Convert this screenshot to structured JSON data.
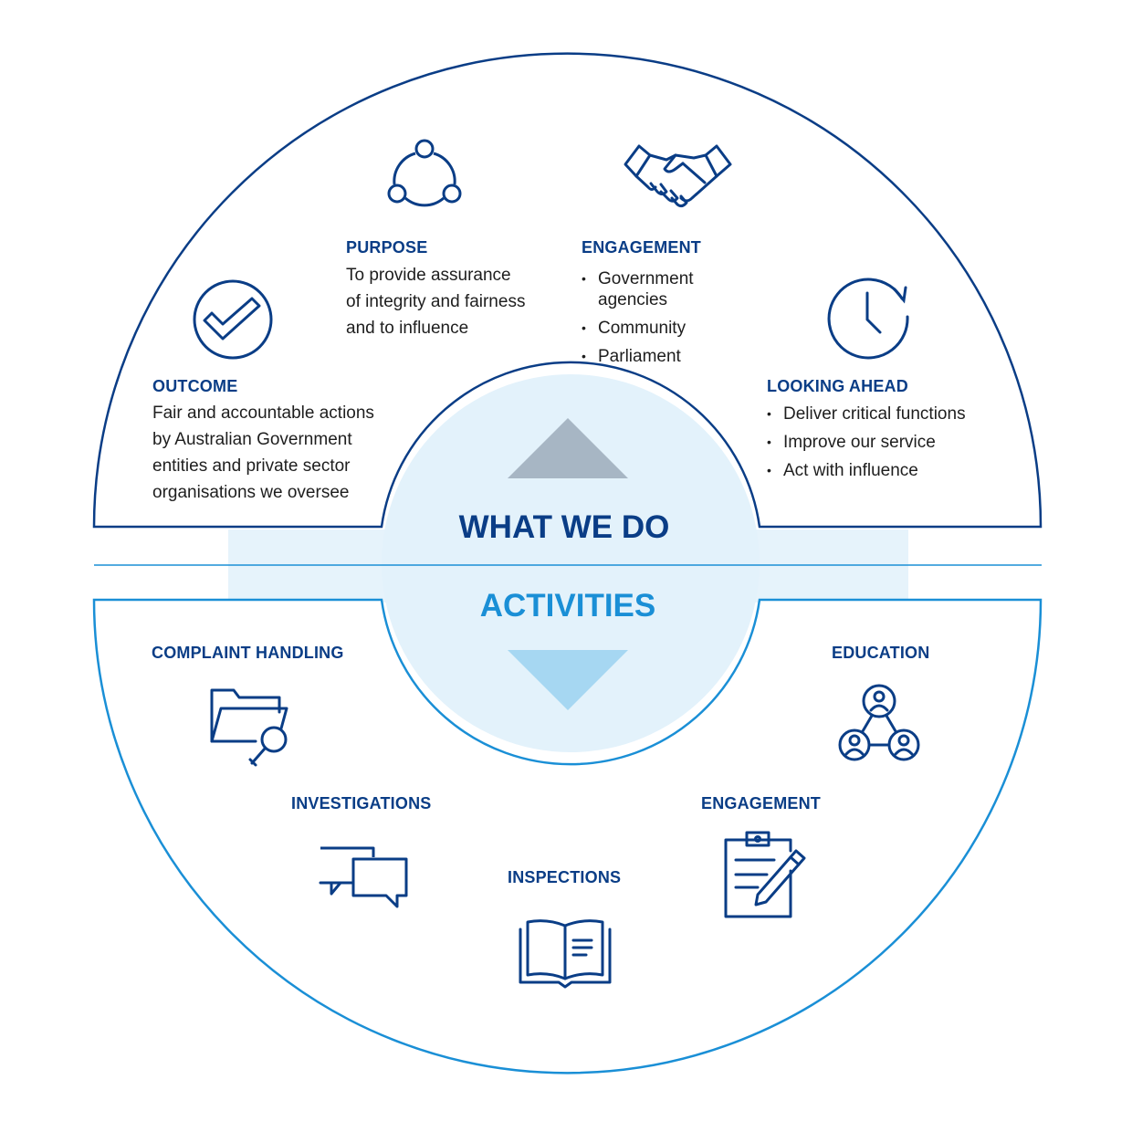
{
  "colors": {
    "dark_blue": "#0a3d86",
    "light_blue": "#1a8fd6",
    "circle_fill": "#e3f2fb",
    "up_triangle": "#a7b6c4",
    "down_triangle": "#a6d7f2"
  },
  "center": {
    "top_label": "WHAT WE DO",
    "bottom_label": "ACTIVITIES"
  },
  "what_we_do": {
    "purpose": {
      "heading": "PURPOSE",
      "lines": [
        "To provide assurance",
        "of integrity and fairness",
        "and to influence"
      ],
      "icon": "cycle-icon"
    },
    "engagement": {
      "heading": "ENGAGEMENT",
      "items": [
        "Government agencies",
        "Community",
        "Parliament"
      ],
      "icon": "handshake-icon"
    },
    "outcome": {
      "heading": "OUTCOME",
      "lines": [
        "Fair and accountable actions",
        "by Australian Government",
        "entities and private sector",
        "organisations we oversee"
      ],
      "icon": "checkmark-circle-icon"
    },
    "looking_ahead": {
      "heading": "LOOKING AHEAD",
      "items": [
        "Deliver critical functions",
        "Improve our service",
        "Act with influence"
      ],
      "icon": "clock-icon"
    }
  },
  "activities": {
    "complaint_handling": {
      "label": "COMPLAINT HANDLING",
      "icon": "folder-search-icon"
    },
    "education": {
      "label": "EDUCATION",
      "icon": "people-network-icon"
    },
    "investigations": {
      "label": "INVESTIGATIONS",
      "icon": "chat-bubbles-icon"
    },
    "engagement": {
      "label": "ENGAGEMENT",
      "icon": "clipboard-pen-icon"
    },
    "inspections": {
      "label": "INSPECTIONS",
      "icon": "open-book-icon"
    }
  }
}
